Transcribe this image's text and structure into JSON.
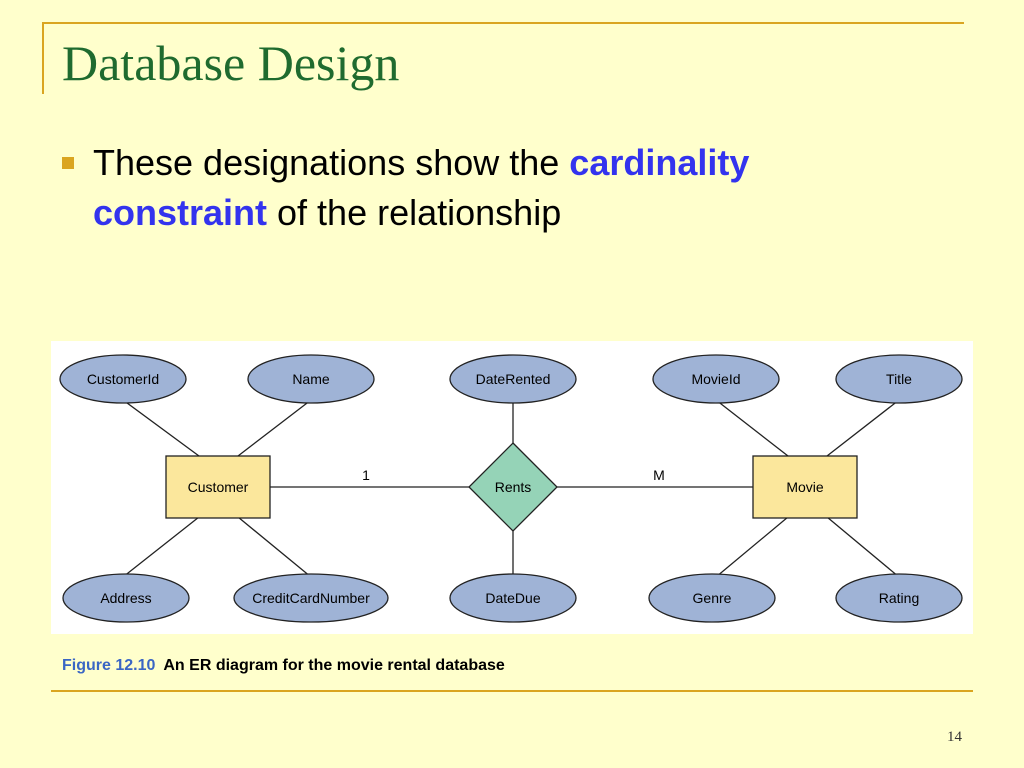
{
  "slide": {
    "title": "Database Design",
    "bullet": {
      "text_before": "These designations show the ",
      "highlight": "cardinality constraint",
      "text_after": " of the relationship"
    },
    "page_number": "14"
  },
  "diagram": {
    "entities": {
      "customer": "Customer",
      "movie": "Movie"
    },
    "relationship": "Rents",
    "attributes": {
      "customer_id": "CustomerId",
      "name": "Name",
      "address": "Address",
      "credit_card_number": "CreditCardNumber",
      "date_rented": "DateRented",
      "date_due": "DateDue",
      "movie_id": "MovieId",
      "title": "Title",
      "genre": "Genre",
      "rating": "Rating"
    },
    "cardinality": {
      "customer_side": "1",
      "movie_side": "M"
    },
    "caption": {
      "figure": "Figure 12.10",
      "text": "An ER diagram for the movie rental database"
    }
  },
  "colors": {
    "background": "#ffffcc",
    "title": "#1f6b2f",
    "highlight": "#3333ee",
    "accent": "#daa520",
    "entity": "#fbe79c",
    "attribute": "#9fb3d6",
    "relationship": "#95d3b7"
  }
}
